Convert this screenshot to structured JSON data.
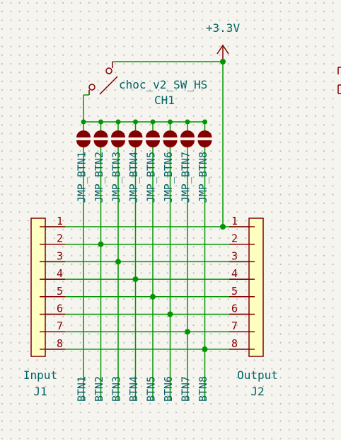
{
  "power": {
    "label": "+3.3V"
  },
  "switch": {
    "name": "choc_v2_SW_HS",
    "ref": "CH1"
  },
  "jumpers": [
    "JMP_BTN1",
    "JMP_BTN2",
    "JMP_BTN3",
    "JMP_BTN4",
    "JMP_BTN5",
    "JMP_BTN6",
    "JMP_BTN7",
    "JMP_BTN8"
  ],
  "input_connector": {
    "label": "Input",
    "ref": "J1",
    "pins": [
      "1",
      "2",
      "3",
      "4",
      "5",
      "6",
      "7",
      "8"
    ]
  },
  "output_connector": {
    "label": "Output",
    "ref": "J2",
    "pins": [
      "1",
      "2",
      "3",
      "4",
      "5",
      "6",
      "7",
      "8"
    ]
  },
  "nets": [
    "BTN1",
    "BTN2",
    "BTN3",
    "BTN4",
    "BTN5",
    "BTN6",
    "BTN7",
    "BTN8"
  ],
  "colors": {
    "background": "#f5f4ef",
    "grid_dot": "#b8b6ae",
    "wire": "#009600",
    "symbol": "#840000",
    "body_fill": "#ffffc2",
    "text": "#006464",
    "pin_number": "#840000"
  }
}
